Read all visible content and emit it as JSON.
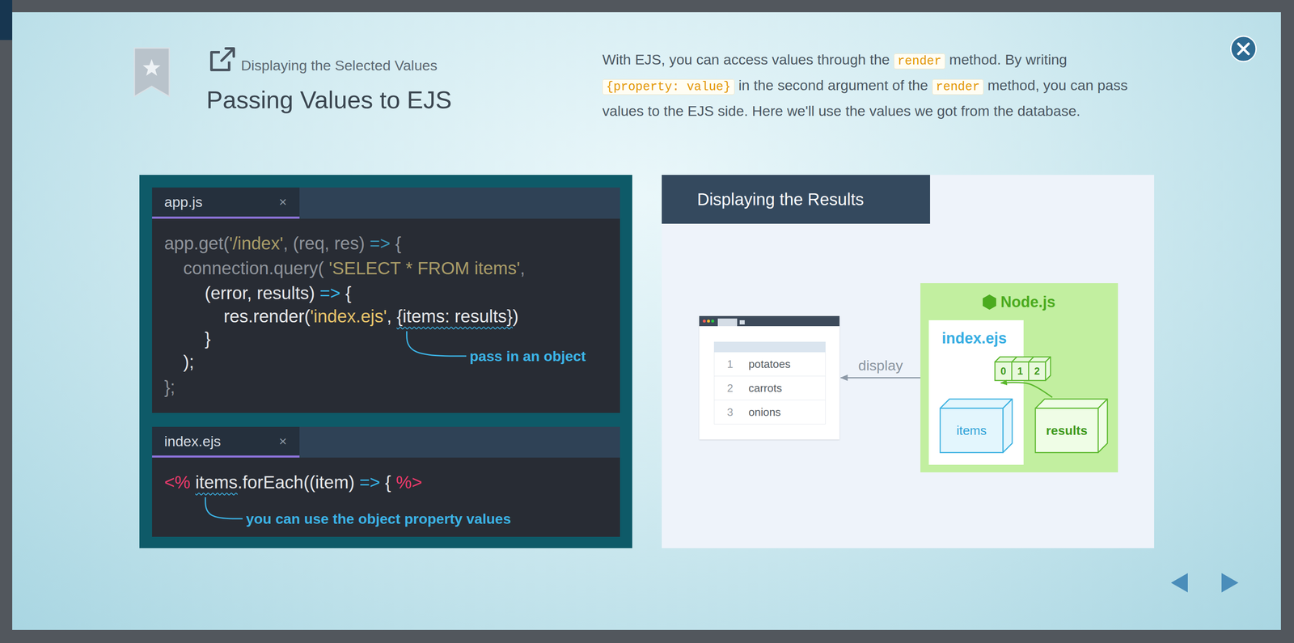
{
  "diagram": {
    "title": "Passing Values to EJS",
    "nodes": [
      {
        "text": [
          "app.js",
          "×",
          "app.get(",
          "'/index'",
          ", (req, res)",
          "=>",
          "{",
          "connection.query(",
          "'SELECT * FROM items'",
          ",",
          "(error, results)",
          "=>",
          "{",
          "res.render(",
          "'index.ejs'",
          ",",
          "{items: results}",
          ")",
          "}",
          ");",
          "};",
          "pass in an object"
        ]
      },
      {
        "text": [
          "index.ejs",
          "×",
          "<%",
          "items",
          ".forEach((item)",
          "=>",
          "{",
          "%>",
          "you can use the object property values"
        ]
      },
      {
        "text": [
          "Displaying the Results"
        ]
      },
      {
        "text": [
          "1",
          "potatoes",
          "2",
          "carrots",
          "3",
          "onions"
        ],
        "in": 2
      },
      {
        "text": [
          "Node.js"
        ],
        "in": 2
      },
      {
        "text": [
          "index.ejs"
        ],
        "in": 4
      },
      {
        "text": [
          "0",
          "1",
          "2"
        ],
        "in": 5
      },
      {
        "text": [
          "items"
        ],
        "in": 5
      },
      {
        "text": [
          "results"
        ],
        "in": 4
      }
    ],
    "edges": [
      {
        "from": 4,
        "to": 3,
        "arrow": "to",
        "label": "display"
      },
      {
        "from": 8,
        "to": 6,
        "arrow": "to"
      }
    ],
    "labels": [
      "Displaying the Selected Values",
      "With EJS, you can access values through the",
      "render",
      "method. By writing",
      "{property: value}",
      "in the second argument of the",
      "render",
      "method, you can pass values to the EJS side. Here we'll use the values we got from the database."
    ]
  }
}
